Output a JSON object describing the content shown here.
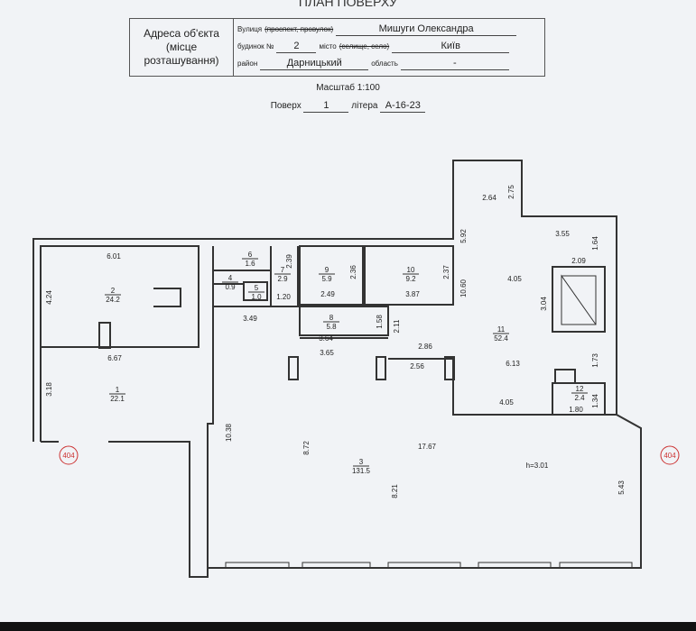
{
  "title": "ПЛАН ПОВЕРХУ",
  "address": {
    "label_line1": "Адреса об'єкта",
    "label_line2": "(місце розташування)",
    "street_label": "Вулиця",
    "street_struck": "(проспект, провулок)",
    "street": "Мишуги Олександра",
    "house_label": "будинок №",
    "house": "2",
    "city_label": "місто",
    "city_struck": "(селище, село)",
    "city": "Київ",
    "district_label": "район",
    "district": "Дарницький",
    "region_label": "область",
    "region": "-"
  },
  "scale": "Масштаб 1:100",
  "floor_label": "Поверх",
  "floor": "1",
  "letter_label": "літера",
  "letter": "А-16-23",
  "rooms": [
    {
      "no": "1",
      "area": "22.1"
    },
    {
      "no": "2",
      "area": "24.2"
    },
    {
      "no": "3",
      "area": "131.5"
    },
    {
      "no": "4",
      "area": "0.9"
    },
    {
      "no": "5",
      "area": "1.0"
    },
    {
      "no": "6",
      "area": "1.6"
    },
    {
      "no": "7",
      "area": "2.9"
    },
    {
      "no": "8",
      "area": "5.8"
    },
    {
      "no": "9",
      "area": "5.9"
    },
    {
      "no": "10",
      "area": "9.2"
    },
    {
      "no": "11",
      "area": "52.4"
    },
    {
      "no": "12",
      "area": "2.4"
    }
  ],
  "dimensions": [
    "6.01",
    "4.24",
    "6.67",
    "3.18",
    "2.39",
    "2.36",
    "2.37",
    "1.20",
    "2.49",
    "3.87",
    "3.49",
    "1.58",
    "2.11",
    "3.64",
    "3.65",
    "2.86",
    "2.56",
    "2.64",
    "2.75",
    "5.92",
    "3.55",
    "1.64",
    "2.09",
    "10.60",
    "4.05",
    "3.04",
    "6.13",
    "1.73",
    "4.05",
    "1.80",
    "1.34",
    "10.38",
    "8.72",
    "17.67",
    "8.21",
    "5.43"
  ],
  "section_marks": [
    "404",
    "404"
  ],
  "height_note": "h=3.01"
}
